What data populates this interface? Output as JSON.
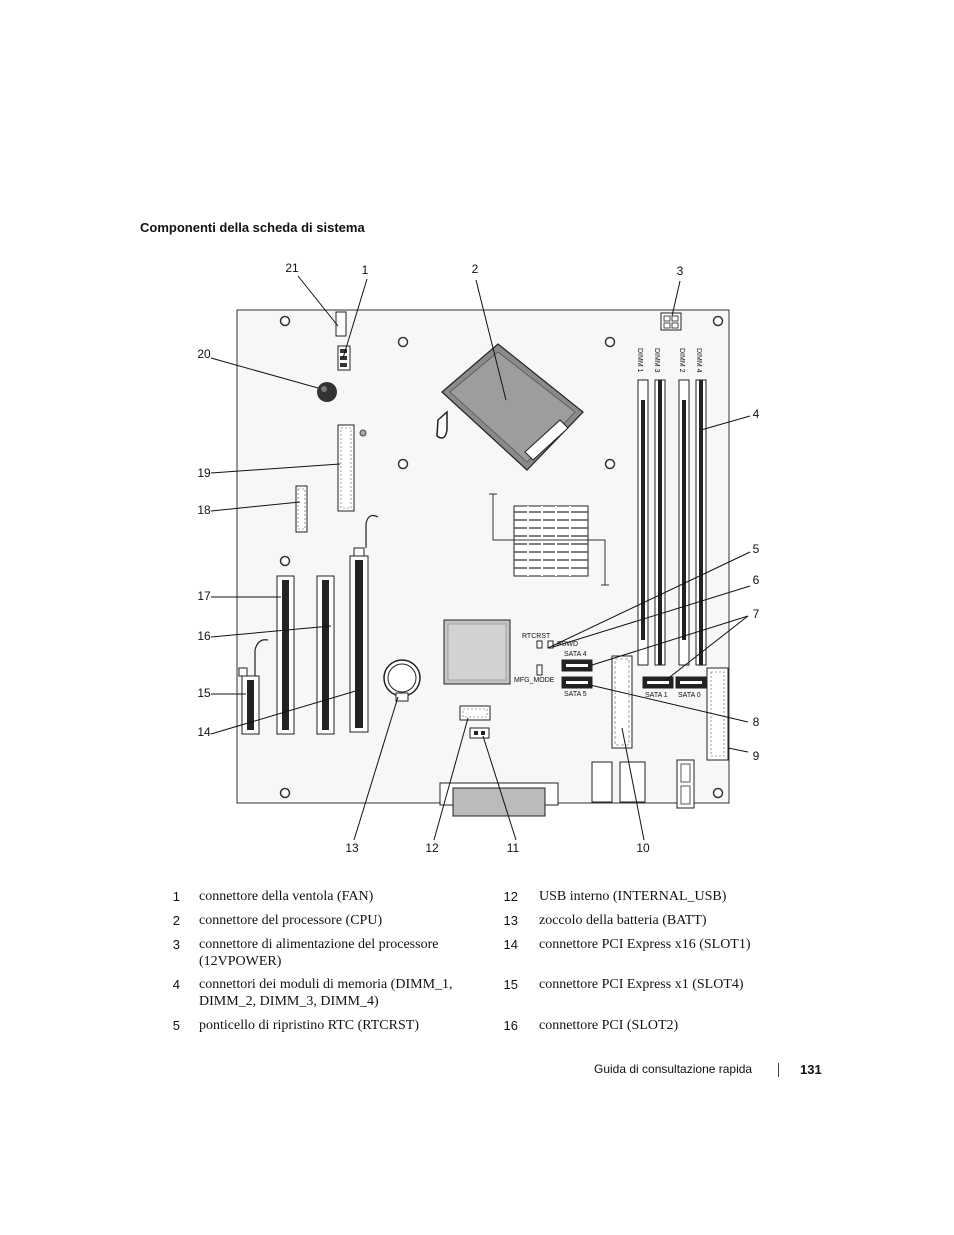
{
  "section_title": "Componenti della scheda di sistema",
  "board_labels": {
    "dimm1": "DIMM 1",
    "dimm3": "DIMM 3",
    "dimm2": "DIMM 2",
    "dimm4": "DIMM 4",
    "rtcrst": "RTCRST",
    "pswd": "PSWD",
    "sata4": "SATA 4",
    "sata5": "SATA 5",
    "sata1": "SATA 1",
    "sata0": "SATA 0",
    "mfg_mode": "MFG_MODE"
  },
  "callouts": [
    "1",
    "2",
    "3",
    "4",
    "5",
    "6",
    "7",
    "8",
    "9",
    "10",
    "11",
    "12",
    "13",
    "14",
    "15",
    "16",
    "17",
    "18",
    "19",
    "20",
    "21"
  ],
  "legend": [
    {
      "num": "1",
      "text": "connettore della ventola (FAN)"
    },
    {
      "num": "2",
      "text": "connettore del processore (CPU)"
    },
    {
      "num": "3",
      "text": "connettore di alimentazione del processore (12VPOWER)"
    },
    {
      "num": "4",
      "text": "connettori dei moduli di memoria (DIMM_1, DIMM_2, DIMM_3, DIMM_4)"
    },
    {
      "num": "5",
      "text": "ponticello di ripristino RTC (RTCRST)"
    },
    {
      "num": "12",
      "text": "USB interno (INTERNAL_USB)"
    },
    {
      "num": "13",
      "text": "zoccolo della batteria (BATT)"
    },
    {
      "num": "14",
      "text": "connettore PCI Express x16 (SLOT1)"
    },
    {
      "num": "15",
      "text": "connettore PCI Express x1 (SLOT4)"
    },
    {
      "num": "16",
      "text": "connettore PCI (SLOT2)"
    }
  ],
  "footer": {
    "guide": "Guida di consultazione rapida",
    "page": "131"
  }
}
